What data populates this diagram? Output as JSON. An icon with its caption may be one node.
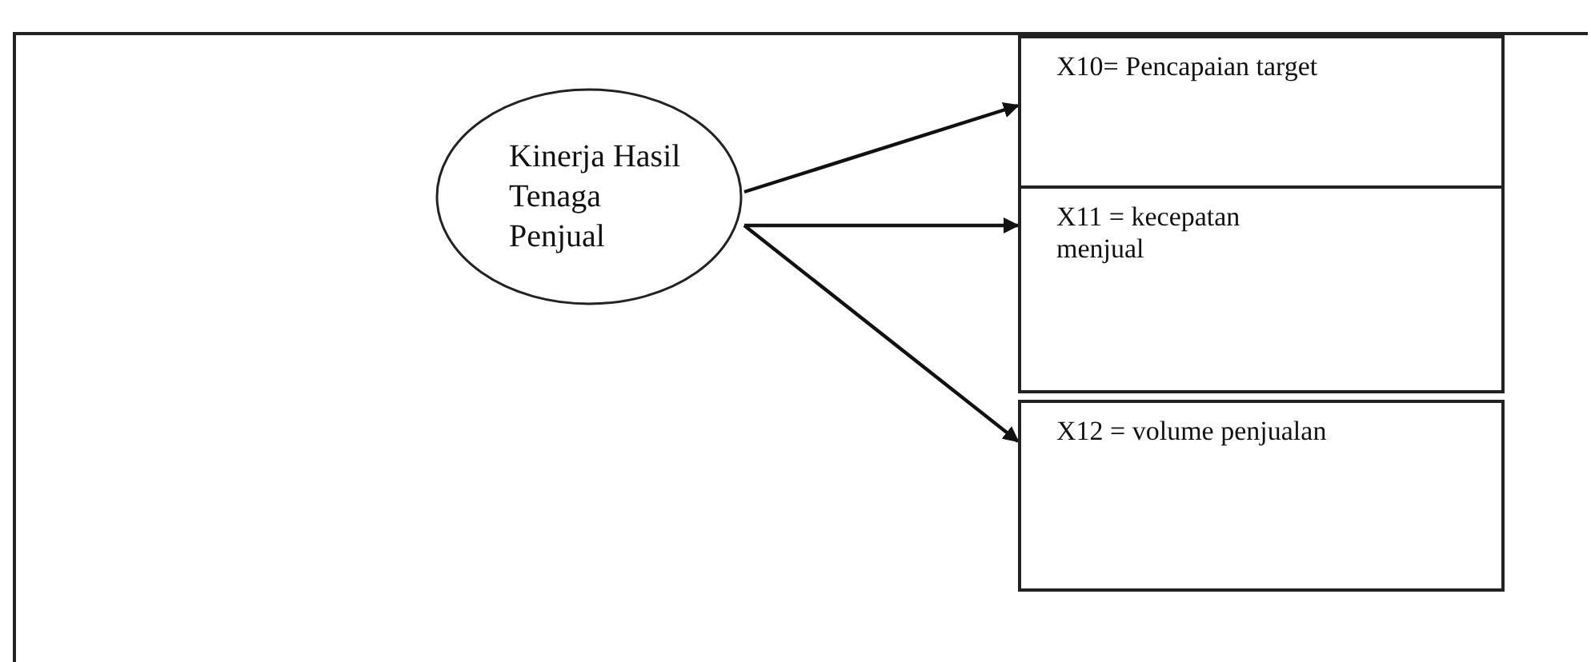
{
  "diagram": {
    "nodes": [
      {
        "text": [
          "Kinerja Hasil Tenaga Penjual"
        ]
      },
      {
        "text": [
          "X10= Pencapaian target"
        ]
      },
      {
        "text": [
          "X11 = kecepatan menjual"
        ]
      },
      {
        "text": [
          "X12 = volume penjualan"
        ]
      }
    ],
    "edges": [
      {
        "from": 0,
        "to": 1,
        "arrow": "to"
      },
      {
        "from": 0,
        "to": 2,
        "arrow": "to"
      },
      {
        "from": 0,
        "to": 3,
        "arrow": "to"
      }
    ]
  }
}
